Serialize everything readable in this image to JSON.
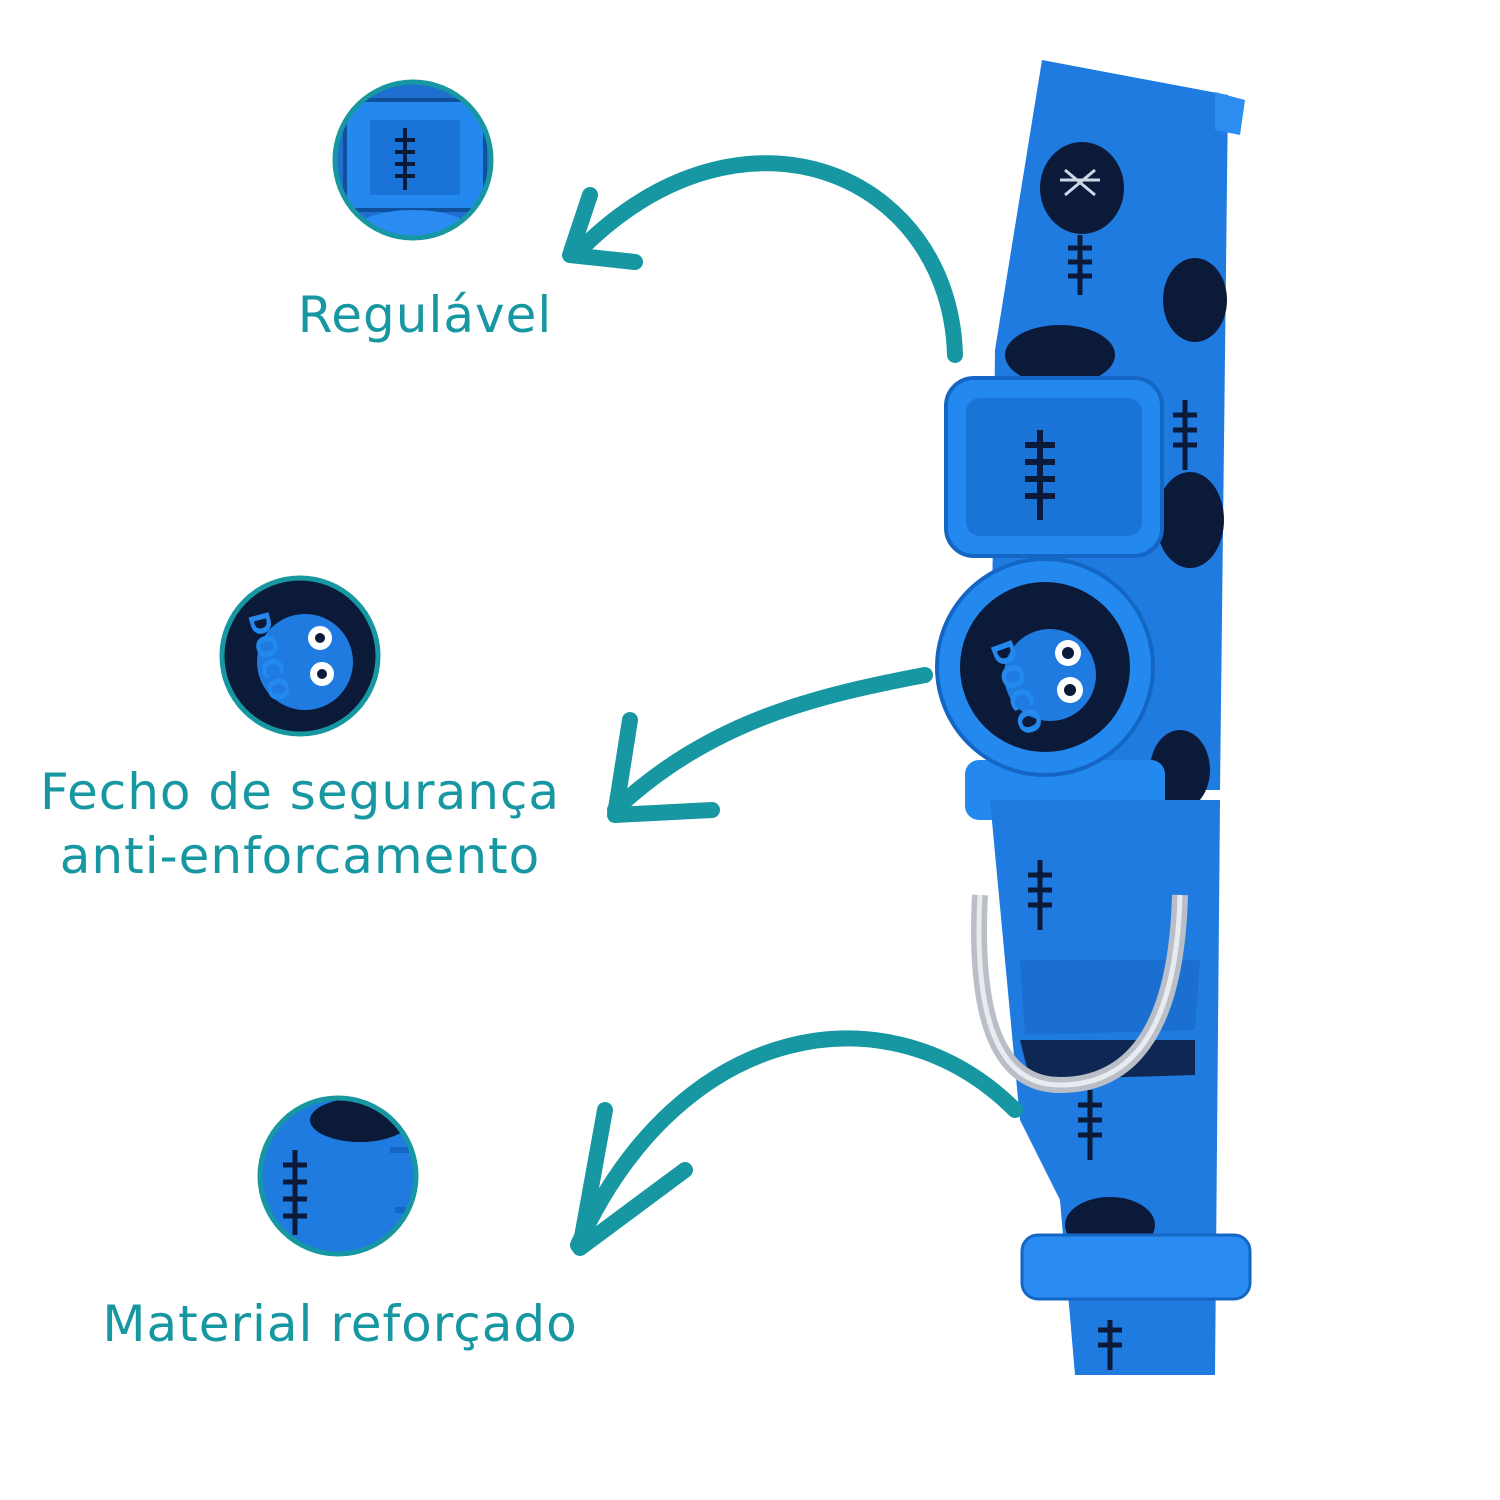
{
  "colors": {
    "accent": "#1797a1",
    "collar_blue": "#1f7be0",
    "collar_dark": "#0c1a3a",
    "ring_metal": "#b9bec7"
  },
  "features": [
    {
      "label_lines": [
        "Regulável"
      ],
      "icon": "adjuster-zoom-icon"
    },
    {
      "label_lines": [
        "Fecho de segurança",
        "anti-enforcamento"
      ],
      "icon": "safety-buckle-zoom-icon"
    },
    {
      "label_lines": [
        "Material reforçado"
      ],
      "icon": "reinforced-material-zoom-icon"
    }
  ],
  "brand": {
    "logo_text": "DOCO"
  }
}
